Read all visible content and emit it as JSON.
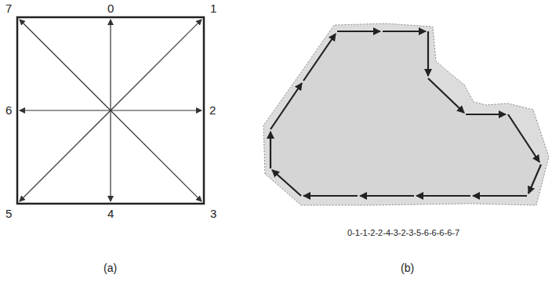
{
  "diagram": {
    "labels": [
      "7",
      "0",
      "1",
      "6",
      "2",
      "5",
      "4",
      "3",
      "(a)",
      "(b)",
      "0-1-1-2-2-4-3-2-3-5-6-6-6-6-7"
    ]
  }
}
